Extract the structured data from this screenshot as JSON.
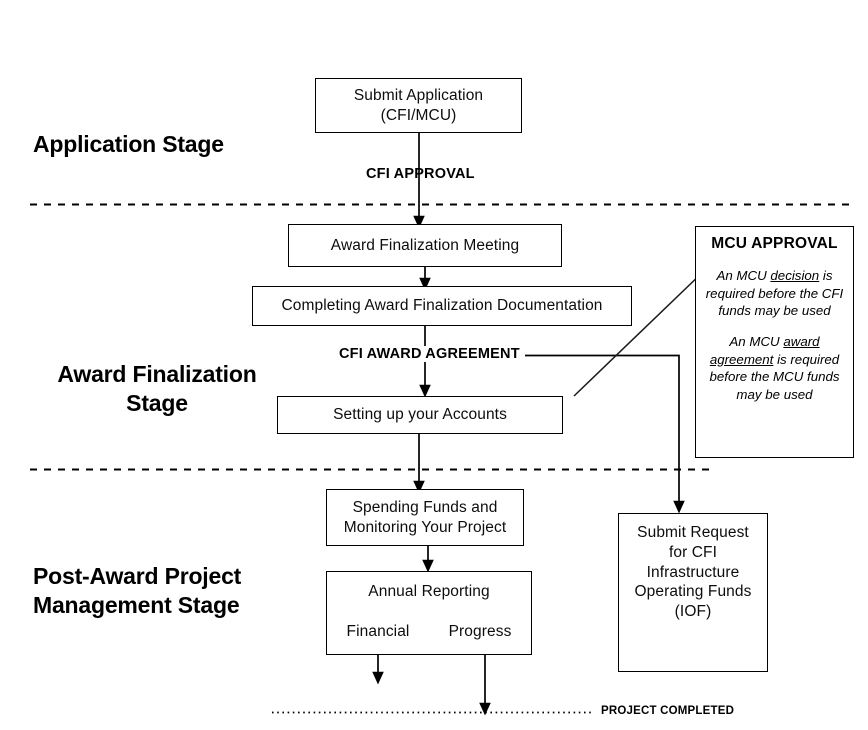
{
  "diagram": {
    "title": "CFI / MCU Award Lifecycle Flowchart",
    "stages": [
      {
        "id": "application",
        "label": "Application Stage"
      },
      {
        "id": "award-finalization",
        "label": "Award Finalization\nStage"
      },
      {
        "id": "post-award",
        "label": "Post-Award Project\nManagement Stage"
      }
    ],
    "stage_labels": {
      "application": "Application Stage",
      "award_finalization_line1": "Award Finalization",
      "award_finalization_line2": "Stage",
      "post_award_line1": "Post-Award Project",
      "post_award_line2": "Management Stage"
    },
    "nodes": {
      "submit_application": {
        "line1": "Submit Application",
        "line2": "(CFI/MCU)"
      },
      "award_finalization_meeting": {
        "line1": "Award Finalization Meeting"
      },
      "completing_documentation": {
        "line1": "Completing Award Finalization Documentation"
      },
      "setting_up_accounts": {
        "line1": "Setting up your Accounts"
      },
      "spending_funds": {
        "line1": "Spending Funds and",
        "line2": "Monitoring Your Project"
      },
      "annual_reporting": {
        "title": "Annual Reporting",
        "sub_left": "Financial",
        "sub_right": "Progress"
      },
      "submit_request_iof": {
        "line1": "Submit Request",
        "line2": "for CFI",
        "line3": "Infrastructure",
        "line4": "Operating Funds",
        "line5": "(IOF)"
      }
    },
    "mcu_panel": {
      "title": "MCU APPROVAL",
      "para1_a": "An MCU ",
      "para1_b": "decision",
      "para1_c": " is required before the CFI funds may be used",
      "para2_a": "An MCU ",
      "para2_b": "award agreement",
      "para2_c": " is required before the MCU funds may be used"
    },
    "edge_labels": {
      "cfi_approval": "CFI APPROVAL",
      "cfi_award_agreement": "CFI AWARD AGREEMENT",
      "project_completed": "PROJECT COMPLETED"
    },
    "colors": {
      "stroke": "#000000",
      "background": "#ffffff",
      "text": "#0d0d0d"
    }
  }
}
